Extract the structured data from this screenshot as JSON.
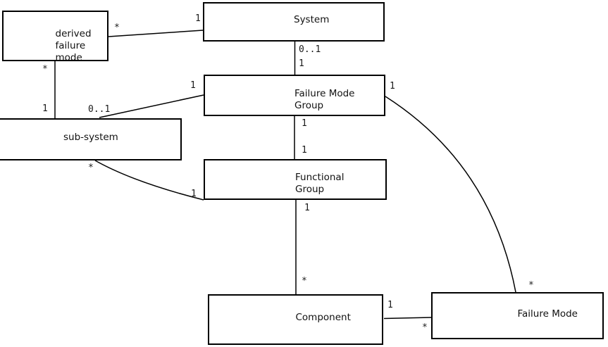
{
  "diagram": {
    "type": "uml-association-diagram",
    "colors": {
      "background": "#ffffff",
      "line": "#000000",
      "box_border": "#000000",
      "box_fill": "#ffffff",
      "text": "#1a1a1a"
    },
    "nodes": [
      {
        "id": "derived-failure-mode",
        "label": "derived\nfailure\nmode"
      },
      {
        "id": "system",
        "label": "System"
      },
      {
        "id": "failure-mode-group",
        "label": "Failure Mode\nGroup"
      },
      {
        "id": "sub-system",
        "label": "sub-system"
      },
      {
        "id": "functional-group",
        "label": "Functional\nGroup"
      },
      {
        "id": "component",
        "label": "Component"
      },
      {
        "id": "failure-mode",
        "label": "Failure Mode"
      }
    ],
    "edges": [
      {
        "from": "derived-failure-mode",
        "to": "system",
        "from_mult": "*",
        "to_mult": "1"
      },
      {
        "from": "derived-failure-mode",
        "to": "sub-system",
        "from_mult": "*",
        "to_mult": "1"
      },
      {
        "from": "sub-system",
        "to": "failure-mode-group",
        "from_mult": "0..1",
        "to_mult": "1"
      },
      {
        "from": "system",
        "to": "failure-mode-group",
        "from_mult": "0..1",
        "to_mult": "1"
      },
      {
        "from": "failure-mode-group",
        "to": "functional-group",
        "from_mult": "1",
        "to_mult": "1"
      },
      {
        "from": "failure-mode-group",
        "to": "failure-mode",
        "from_mult": "1",
        "to_mult": "*"
      },
      {
        "from": "sub-system",
        "to": "functional-group",
        "from_mult": "*",
        "to_mult": "1"
      },
      {
        "from": "functional-group",
        "to": "component",
        "from_mult": "1",
        "to_mult": "*"
      },
      {
        "from": "component",
        "to": "failure-mode",
        "from_mult": "1",
        "to_mult": "*"
      }
    ]
  },
  "multiplicities": [
    {
      "text": "*"
    },
    {
      "text": "1"
    },
    {
      "text": "*"
    },
    {
      "text": "1"
    },
    {
      "text": "0..1"
    },
    {
      "text": "1"
    },
    {
      "text": "0..1"
    },
    {
      "text": "1"
    },
    {
      "text": "1"
    },
    {
      "text": "*"
    },
    {
      "text": "*"
    },
    {
      "text": "1"
    },
    {
      "text": "1"
    },
    {
      "text": "1"
    },
    {
      "text": "1"
    },
    {
      "text": "*"
    },
    {
      "text": "1"
    },
    {
      "text": "*"
    }
  ]
}
